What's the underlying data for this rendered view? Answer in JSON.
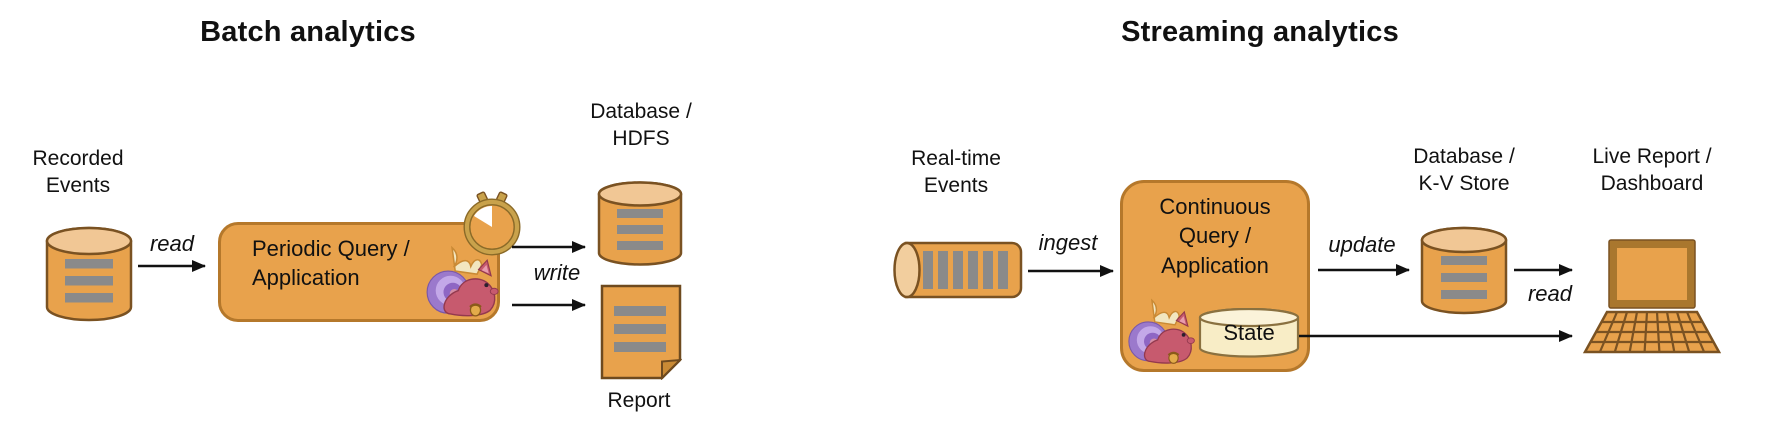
{
  "batch": {
    "title": "Batch analytics",
    "source_label": "Recorded\nEvents",
    "read_label": "read",
    "box_label": "Periodic Query /\nApplication",
    "write_label": "write",
    "database_label": "Database /\nHDFS",
    "report_label": "Report"
  },
  "streaming": {
    "title": "Streaming analytics",
    "source_label": "Real-time\nEvents",
    "ingest_label": "ingest",
    "box_label": "Continuous\nQuery /\nApplication",
    "state_label": "State",
    "update_label": "update",
    "database_label": "Database /\nK-V Store",
    "read_label": "read",
    "sink_label": "Live Report /\nDashboard"
  },
  "icons": {
    "batch_source": "database-cylinder-icon",
    "batch_timer": "stopwatch-icon",
    "batch_engine": "flink-squirrel-icon",
    "batch_sink1": "database-cylinder-icon",
    "batch_sink2": "document-report-icon",
    "streaming_source": "stream-pipe-icon",
    "streaming_engine": "flink-squirrel-icon",
    "streaming_state": "state-cylinder-icon",
    "streaming_sink1": "database-cylinder-icon",
    "streaming_sink2": "laptop-dashboard-icon"
  },
  "colors": {
    "orange_fill": "#E8A24C",
    "orange_top": "#F1C795",
    "outline_brown": "#7A5222",
    "box_border": "#B5782B",
    "bar_gray": "#8A8A8A",
    "state_fill": "#F8EDC6",
    "gold_ring": "#C9A24B",
    "laptop_frame": "#A9772E",
    "squirrel_body": "#C75A6E",
    "squirrel_tail": "#9B79CC",
    "text": "#111111"
  }
}
